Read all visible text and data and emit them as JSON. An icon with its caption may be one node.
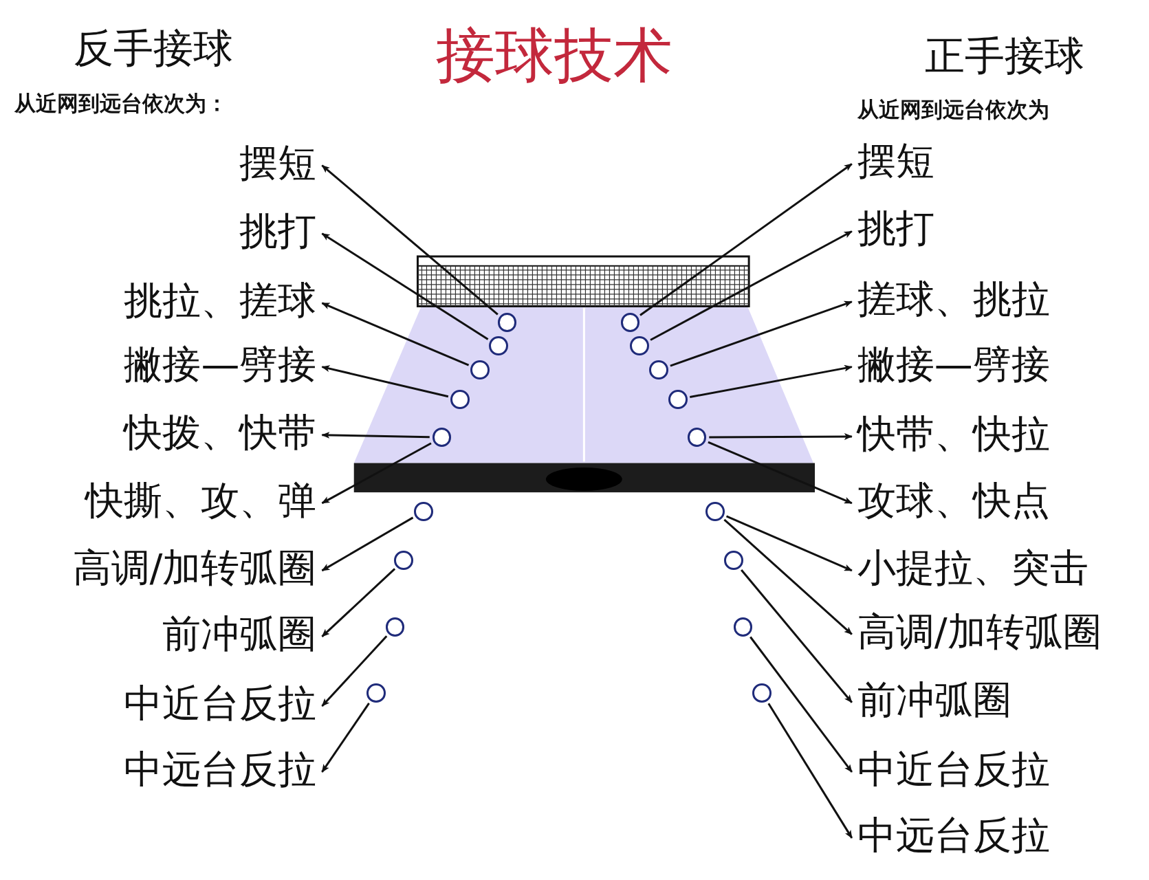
{
  "diagram": {
    "title": "接球技术",
    "nodes": [
      {
        "text": [
          "摆短"
        ]
      },
      {
        "text": [
          "挑打"
        ]
      },
      {
        "text": [
          "挑拉、搓球"
        ]
      },
      {
        "text": [
          "撇接—劈接"
        ]
      },
      {
        "text": [
          "快拨、快带"
        ]
      },
      {
        "text": [
          "快撕、攻、弹"
        ]
      },
      {
        "text": [
          "高调/加转弧圈"
        ]
      },
      {
        "text": [
          "前冲弧圈"
        ]
      },
      {
        "text": [
          "中近台反拉"
        ]
      },
      {
        "text": [
          "中远台反拉"
        ]
      },
      {
        "text": [],
        "shape": "circle"
      },
      {
        "text": [],
        "shape": "circle"
      },
      {
        "text": [],
        "shape": "circle"
      },
      {
        "text": [],
        "shape": "circle"
      },
      {
        "text": [],
        "shape": "circle"
      },
      {
        "text": [],
        "shape": "circle"
      },
      {
        "text": [],
        "shape": "circle"
      },
      {
        "text": [],
        "shape": "circle"
      },
      {
        "text": [],
        "shape": "circle"
      },
      {
        "text": [
          "摆短"
        ]
      },
      {
        "text": [
          "挑打"
        ]
      },
      {
        "text": [
          "搓球、挑拉"
        ]
      },
      {
        "text": [
          "撇接—劈接"
        ]
      },
      {
        "text": [
          "快带、快拉"
        ]
      },
      {
        "text": [
          "攻球、快点"
        ]
      },
      {
        "text": [
          "小提拉、突击"
        ]
      },
      {
        "text": [
          "高调/加转弧圈"
        ]
      },
      {
        "text": [
          "前冲弧圈"
        ]
      },
      {
        "text": [
          "中近台反拉"
        ]
      },
      {
        "text": [
          "中远台反拉"
        ]
      },
      {
        "text": [],
        "shape": "circle"
      },
      {
        "text": [],
        "shape": "circle"
      },
      {
        "text": [],
        "shape": "circle"
      },
      {
        "text": [],
        "shape": "circle"
      },
      {
        "text": [],
        "shape": "circle"
      },
      {
        "text": [],
        "shape": "circle"
      },
      {
        "text": [],
        "shape": "circle"
      },
      {
        "text": [],
        "shape": "circle"
      },
      {
        "text": [],
        "shape": "circle"
      }
    ],
    "edges": [
      {
        "from": 10,
        "to": 0,
        "arrow": "to"
      },
      {
        "from": 11,
        "to": 1,
        "arrow": "to"
      },
      {
        "from": 12,
        "to": 2,
        "arrow": "to"
      },
      {
        "from": 13,
        "to": 3,
        "arrow": "to"
      },
      {
        "from": 14,
        "to": 4,
        "arrow": "to"
      },
      {
        "from": 14,
        "to": 5,
        "arrow": "to"
      },
      {
        "from": 15,
        "to": 6,
        "arrow": "to"
      },
      {
        "from": 16,
        "to": 7,
        "arrow": "to"
      },
      {
        "from": 17,
        "to": 8,
        "arrow": "to"
      },
      {
        "from": 18,
        "to": 9,
        "arrow": "to"
      },
      {
        "from": 30,
        "to": 19,
        "arrow": "to"
      },
      {
        "from": 31,
        "to": 20,
        "arrow": "to"
      },
      {
        "from": 32,
        "to": 21,
        "arrow": "to"
      },
      {
        "from": 33,
        "to": 22,
        "arrow": "to"
      },
      {
        "from": 34,
        "to": 23,
        "arrow": "to"
      },
      {
        "from": 34,
        "to": 24,
        "arrow": "to"
      },
      {
        "from": 35,
        "to": 25,
        "arrow": "to"
      },
      {
        "from": 35,
        "to": 26,
        "arrow": "to"
      },
      {
        "from": 36,
        "to": 27,
        "arrow": "to"
      },
      {
        "from": 37,
        "to": 28,
        "arrow": "to"
      },
      {
        "from": 38,
        "to": 29,
        "arrow": "to"
      }
    ],
    "labels": [
      "反手接球",
      "从近网到远台依次为：",
      "正手接球",
      "从近网到远台依次为"
    ]
  }
}
